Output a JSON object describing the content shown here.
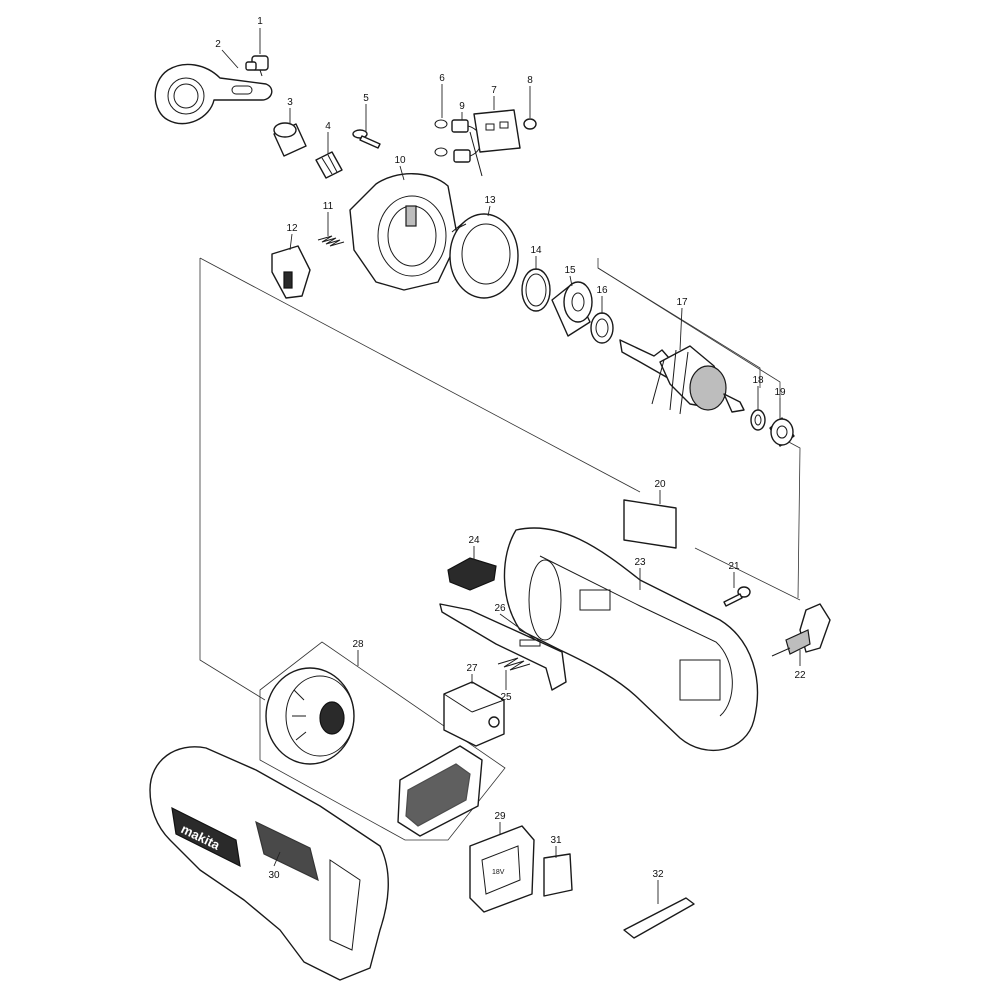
{
  "diagram": {
    "callouts": [
      "1",
      "2",
      "3",
      "4",
      "5",
      "6",
      "7",
      "8",
      "9",
      "10",
      "11",
      "12",
      "13",
      "14",
      "15",
      "16",
      "17",
      "18",
      "19",
      "20",
      "21",
      "22",
      "23",
      "24",
      "25",
      "26",
      "27",
      "28",
      "29",
      "30",
      "31",
      "32"
    ],
    "printed_marks": {
      "brand": "makita",
      "battery_mark": "18V"
    }
  }
}
